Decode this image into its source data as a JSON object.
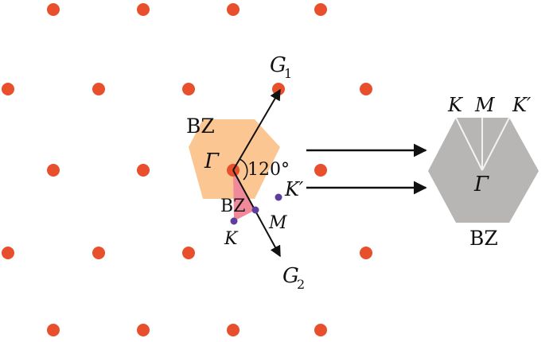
{
  "labels": {
    "g1": "G",
    "g1_sub": "1",
    "g2": "G",
    "g2_sub": "2",
    "bz_top": "BZ",
    "bz_inner": "BZ",
    "gamma": "Γ",
    "angle": "120°",
    "k_prime": "K′",
    "k": "K",
    "m": "M",
    "right_k": "K",
    "right_m": "M",
    "right_k_prime": "K′",
    "right_gamma": "Γ",
    "right_bz": "BZ"
  },
  "colors": {
    "lattice_point": "#e8502d",
    "bz_fill": "#fbc691",
    "irreducible_wedge": "#f08a9a",
    "high_symmetry_point": "#5b3e9e",
    "right_hexagon": "#b8b6b4",
    "right_lines": "#f2f2f2",
    "arrow": "#111111"
  }
}
